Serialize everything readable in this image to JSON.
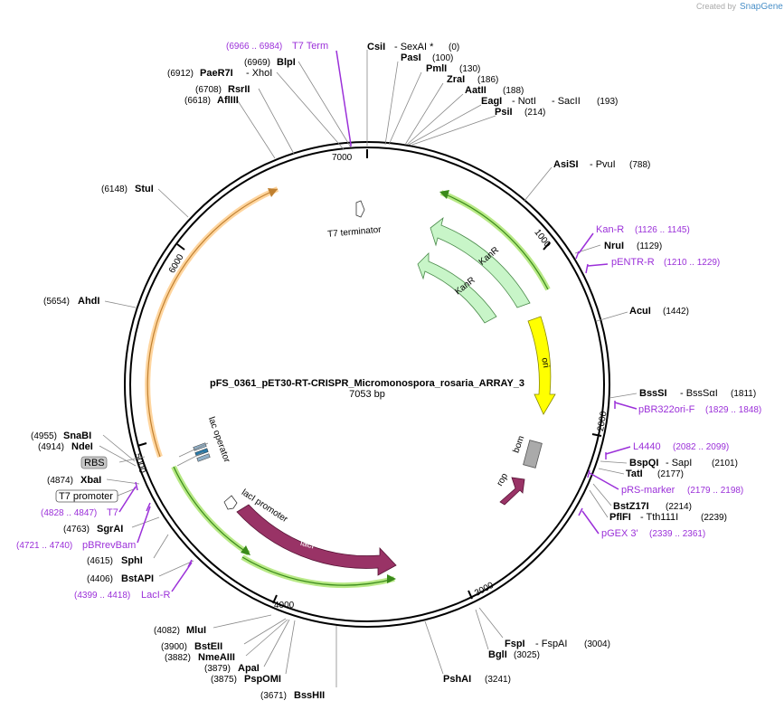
{
  "credit": {
    "created_by": "Created by",
    "brand": "SnapGene"
  },
  "plasmid": {
    "name": "pFS_0361_pET30-RT-CRISPR_Micromonospora_rosaria_ARRAY_3",
    "length_label": "7053 bp"
  },
  "ticks": [
    "1000",
    "2000",
    "3000",
    "4000",
    "5000",
    "6000",
    "7000"
  ],
  "enzymes": {
    "csii": {
      "name": "CsiI",
      "suffix": "- SexAI *",
      "pos": "(0)"
    },
    "pasi": {
      "name": "PasI",
      "pos": "(100)"
    },
    "pmli": {
      "name": "PmlI",
      "pos": "(130)"
    },
    "zrai": {
      "name": "ZraI",
      "pos": "(186)"
    },
    "aatii": {
      "name": "AatII",
      "pos": "(188)"
    },
    "eagi": {
      "name": "EagI",
      "suffix": "- NotI",
      "suffix2": "- SacII",
      "pos": "(193)"
    },
    "psii": {
      "name": "PsiI",
      "pos": "(214)"
    },
    "asisi": {
      "name": "AsiSI",
      "suffix": "- PvuI",
      "pos": "(788)"
    },
    "nrui": {
      "name": "NruI",
      "pos": "(1129)"
    },
    "acui": {
      "name": "AcuI",
      "pos": "(1442)"
    },
    "bsssi": {
      "name": "BssSI",
      "suffix": "- BssSαI",
      "pos": "(1811)"
    },
    "bspqi": {
      "name": "BspQI",
      "suffix": "- SapI",
      "pos": "(2101)"
    },
    "tati": {
      "name": "TatI",
      "pos": "(2177)"
    },
    "bstz17i": {
      "name": "BstZ17I",
      "pos": "(2214)"
    },
    "pflfi": {
      "name": "PflFI",
      "suffix": "- Tth111I",
      "pos": "(2239)"
    },
    "fspi": {
      "name": "FspI",
      "suffix": "- FspAI",
      "pos": "(3004)"
    },
    "bgli": {
      "name": "BglI",
      "pos": "(3025)"
    },
    "pshai": {
      "name": "PshAI",
      "pos": "(3241)"
    },
    "blpi": {
      "name": "BlpI",
      "pos": "(6969)"
    },
    "paer7i": {
      "name": "PaeR7I",
      "suffix": "- XhoI",
      "pos": "(6912)"
    },
    "rsrii": {
      "name": "RsrII",
      "pos": "(6708)"
    },
    "aflIII": {
      "name": "AflIII",
      "pos": "(6618)"
    },
    "stui": {
      "name": "StuI",
      "pos": "(6148)"
    },
    "ahdi": {
      "name": "AhdI",
      "pos": "(5654)"
    },
    "snabi": {
      "name": "SnaBI",
      "pos": "(4955)"
    },
    "ndei": {
      "name": "NdeI",
      "pos": "(4914)"
    },
    "xbai": {
      "name": "XbaI",
      "pos": "(4874)"
    },
    "sgrai": {
      "name": "SgrAI",
      "pos": "(4763)"
    },
    "sphi": {
      "name": "SphI",
      "pos": "(4615)"
    },
    "bstapi": {
      "name": "BstAPI",
      "pos": "(4406)"
    },
    "mlui": {
      "name": "MluI",
      "pos": "(4082)"
    },
    "bsteii": {
      "name": "BstEII",
      "pos": "(3900)"
    },
    "nmeaiii": {
      "name": "NmeAIII",
      "pos": "(3882)"
    },
    "apai": {
      "name": "ApaI",
      "pos": "(3879)"
    },
    "pspomi": {
      "name": "PspOMI",
      "pos": "(3875)"
    },
    "bsshii": {
      "name": "BssHII",
      "pos": "(3671)"
    }
  },
  "primers": {
    "t7term": {
      "name": "T7 Term",
      "range": "(6966 .. 6984)"
    },
    "kanr": {
      "name": "Kan-R",
      "range": "(1126 .. 1145)"
    },
    "pentr": {
      "name": "pENTR-R",
      "range": "(1210 .. 1229)"
    },
    "pbr322": {
      "name": "pBR322ori-F",
      "range": "(1829 .. 1848)"
    },
    "l4440": {
      "name": "L4440",
      "range": "(2082 .. 2099)"
    },
    "prs": {
      "name": "pRS-marker",
      "range": "(2179 .. 2198)"
    },
    "pgex": {
      "name": "pGEX 3'",
      "range": "(2339 .. 2361)"
    },
    "t7": {
      "name": "T7",
      "range": "(4828 .. 4847)"
    },
    "pbrrev": {
      "name": "pBRrevBam",
      "range": "(4721 .. 4740)"
    },
    "lacir": {
      "name": "LacI-R",
      "range": "(4399 .. 4418)"
    }
  },
  "boxed": {
    "rbs": "RBS",
    "t7promoter": "T7 promoter"
  },
  "features": {
    "t7terminator": "T7 terminator",
    "kanr1": "KanR",
    "kanr2": "KanR",
    "ori": "ori",
    "bom": "bom",
    "rop": "rop",
    "lacoperator": "lac operator",
    "laclpromoter": "lacI promoter",
    "laci": "lacI"
  },
  "colors": {
    "kanr": "#c8f5c8",
    "ori": "#ffff00",
    "laci": "#993366",
    "rop": "#993366",
    "orange_band": "#ffd59e",
    "green_band": "#b8e986",
    "primer": "#9b30d9"
  }
}
